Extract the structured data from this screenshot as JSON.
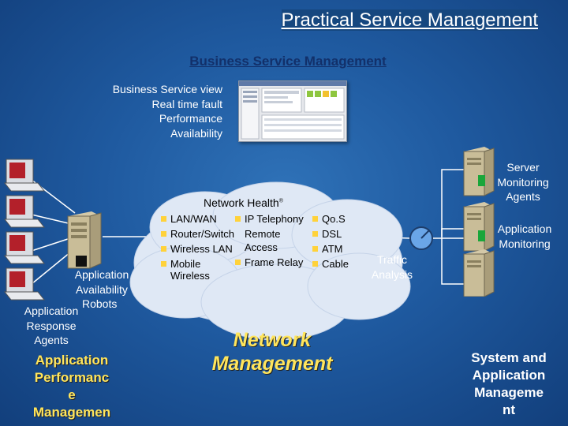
{
  "title": "Practical Service Management",
  "business": {
    "heading": "Business Service Management",
    "lines": [
      "Business Service view",
      "Real time fault",
      "Performance",
      "Availability"
    ]
  },
  "network": {
    "health_label": "Network Health",
    "health_mark": "®",
    "col1": [
      "LAN/WAN",
      "Router/Switch",
      "Wireless LAN",
      "Mobile",
      "Wireless"
    ],
    "col2": [
      "IP Telephony",
      "Remote",
      "Access",
      "Frame Relay"
    ],
    "col3": [
      "Qo.S",
      "DSL",
      "ATM",
      "Cable"
    ],
    "management": [
      "Network",
      "Management"
    ]
  },
  "left": {
    "app_availability": [
      "Application",
      "Availability"
    ],
    "robots": "Robots",
    "app_response": [
      "Application",
      "Response",
      "Agents"
    ],
    "perf_mgmt": [
      "Application",
      "Performanc",
      "e",
      "Managemen"
    ]
  },
  "right": {
    "server_agents": [
      "Server",
      "Monitoring",
      "Agents"
    ],
    "app_monitoring": [
      "Application",
      "Monitoring"
    ],
    "traffic": [
      "Traffic",
      "Analysis"
    ],
    "sys_mgmt": [
      "System and",
      "Application",
      "Manageme",
      "nt"
    ]
  },
  "colors": {
    "accent_yellow": "#ffe55c",
    "cloud": "#dfe8f5",
    "dark_blue": "#12306a",
    "green_bar": "#1aa63a"
  }
}
